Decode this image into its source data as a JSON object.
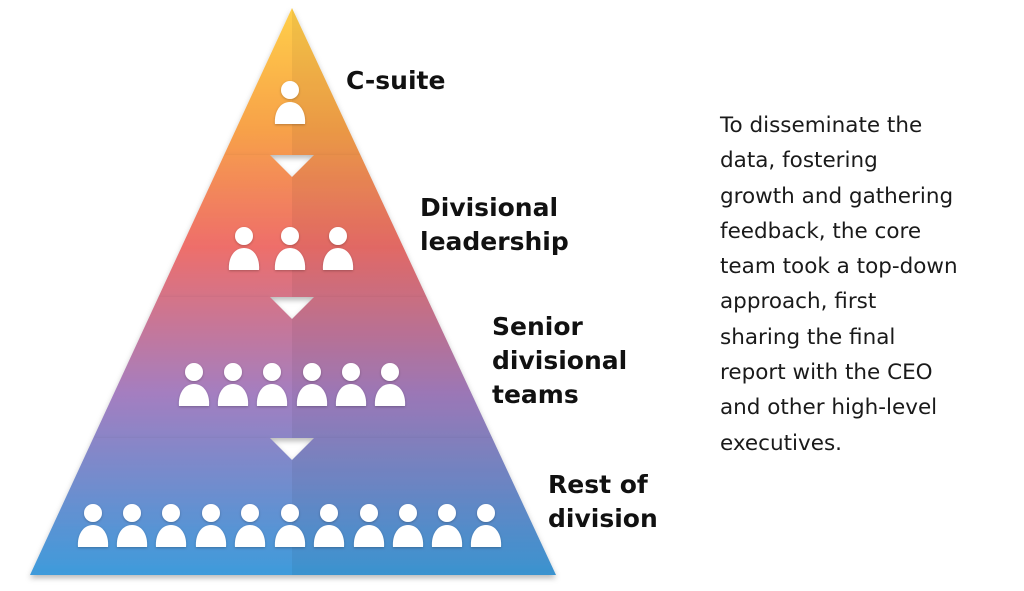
{
  "colors": {
    "apex": "#FFCF4A",
    "tier1": "#F7A04A",
    "tier2": "#EE6E6A",
    "tier3": "#A47EC0",
    "base": "#3E9BDB",
    "person": "#ffffff",
    "text": "#111111"
  },
  "tiers": [
    {
      "lines": [
        "C-suite"
      ],
      "people": 1,
      "icon": "person-icon"
    },
    {
      "lines": [
        "Divisional",
        "leadership"
      ],
      "people": 3,
      "icon": "person-icon"
    },
    {
      "lines": [
        "Senior",
        "divisional",
        "teams"
      ],
      "people": 6,
      "icon": "person-icon"
    },
    {
      "lines": [
        "Rest of",
        "division"
      ],
      "people": 11,
      "icon": "person-icon"
    }
  ],
  "description": {
    "lines": [
      "To disseminate the",
      "data, fostering",
      "growth and gathering",
      "feedback, the core",
      "team took a top-down",
      "approach, first",
      "sharing the final",
      "report with the CEO",
      "and other high-level",
      "executives."
    ]
  }
}
